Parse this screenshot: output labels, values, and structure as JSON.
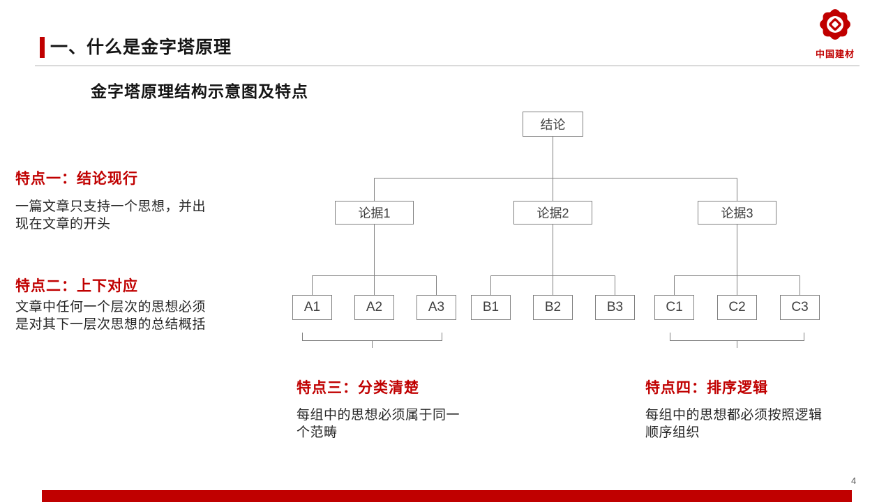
{
  "slide": {
    "title": "一、什么是金字塔原理",
    "subtitle": "金字塔原理结构示意图及特点",
    "page_number": "4"
  },
  "logo": {
    "text": "中国建材",
    "icon": "gear-flower-emblem"
  },
  "diagram": {
    "root": "结论",
    "level2": [
      "论据1",
      "论据2",
      "论据3"
    ],
    "level3": [
      [
        "A1",
        "A2",
        "A3"
      ],
      [
        "B1",
        "B2",
        "B3"
      ],
      [
        "C1",
        "C2",
        "C3"
      ]
    ]
  },
  "features": [
    {
      "heading": "特点一：结论现行",
      "body": "一篇文章只支持一个思想，并出\n现在文章的开头"
    },
    {
      "heading": "特点二：上下对应",
      "body": "文章中任何一个层次的思想必须\n是对其下一层次思想的总结概括"
    },
    {
      "heading": "特点三：分类清楚",
      "body": "每组中的思想必须属于同一\n个范畴"
    },
    {
      "heading": "特点四：排序逻辑",
      "body": "每组中的思想都必须按照逻辑\n顺序组织"
    }
  ],
  "colors": {
    "accent": "#c00000",
    "line": "#7f7f7f"
  }
}
